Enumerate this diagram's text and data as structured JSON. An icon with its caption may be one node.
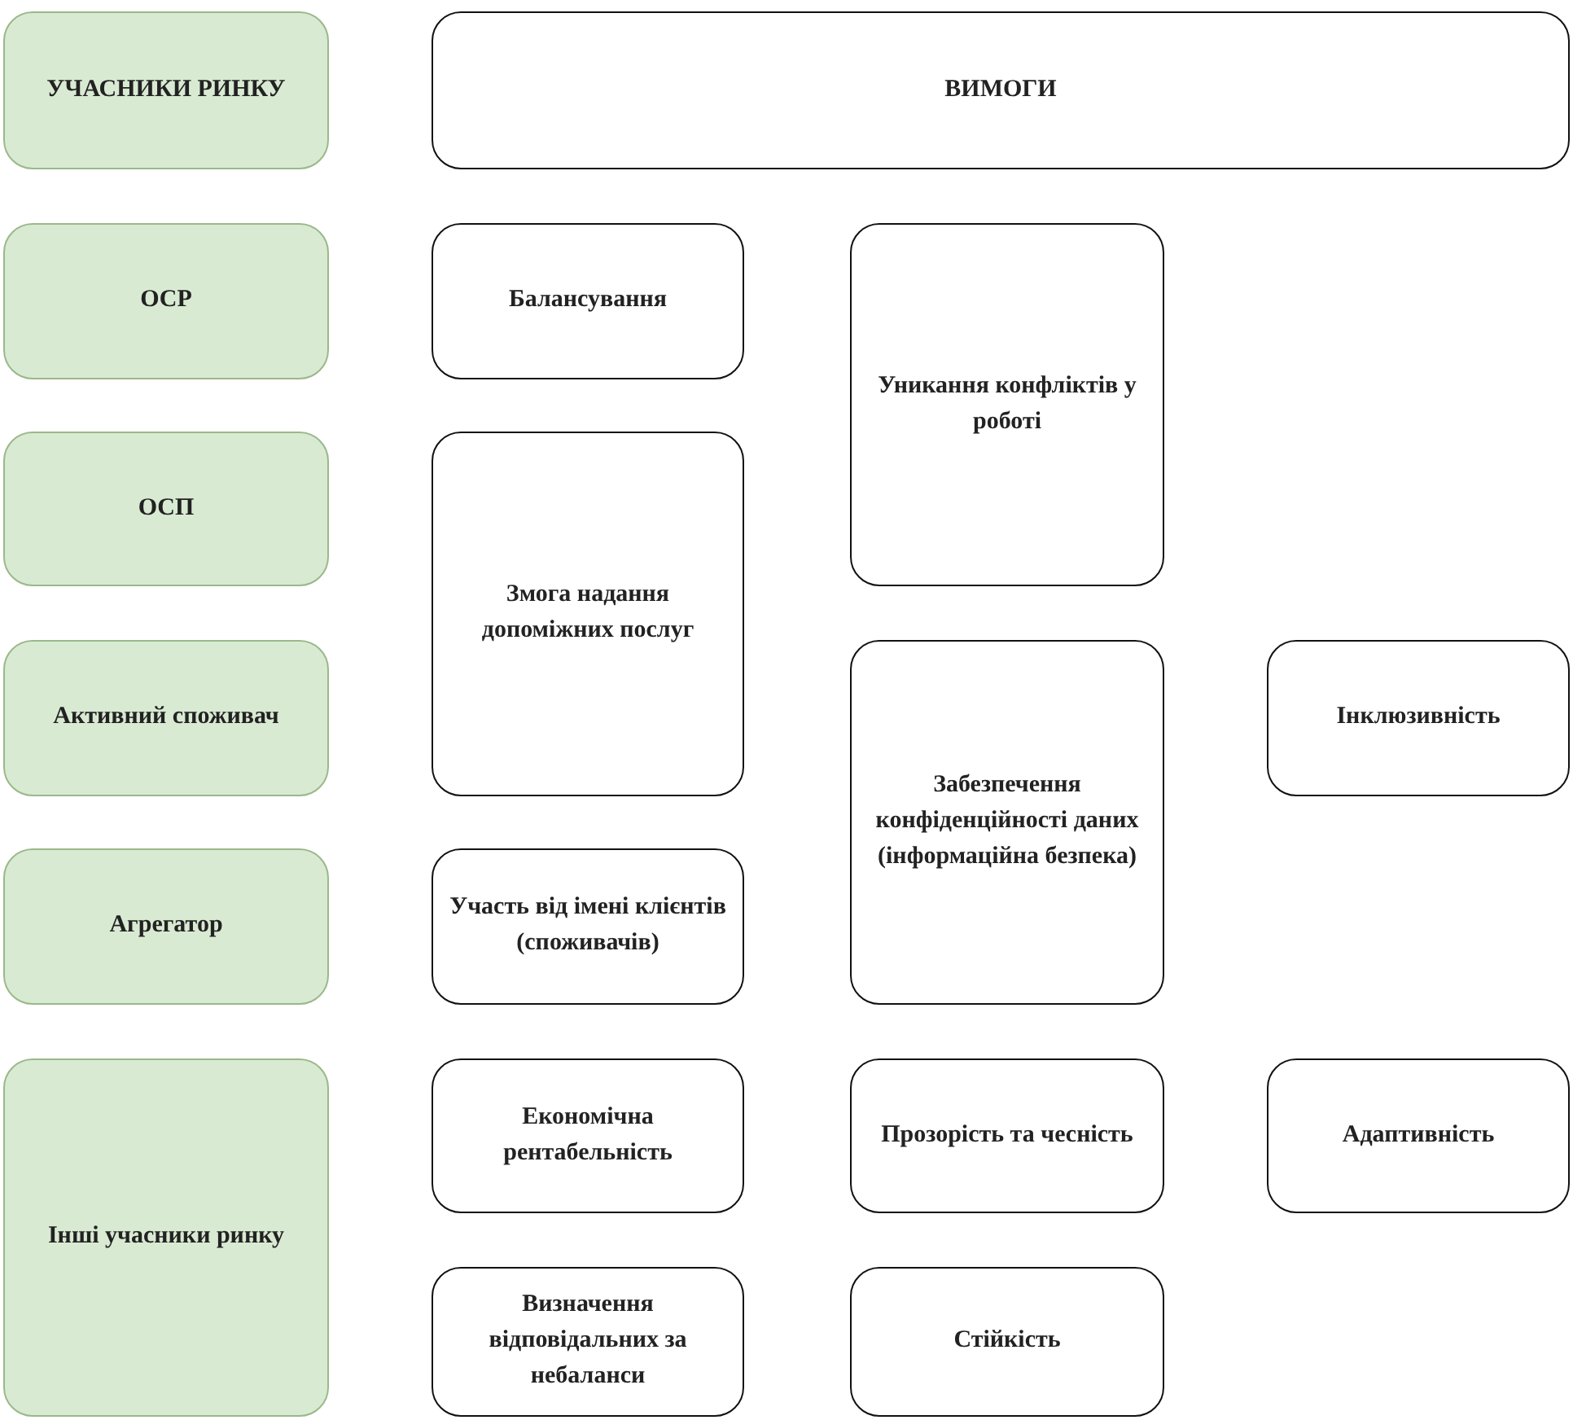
{
  "diagram": {
    "nodes": [
      {
        "text": [
          "УЧАСНИКИ РИНКУ"
        ]
      },
      {
        "text": [
          "ВИМОГИ"
        ]
      },
      {
        "text": [
          "ОСР"
        ]
      },
      {
        "text": [
          "Балансування"
        ]
      },
      {
        "text": [
          "Уникання конфліктів у роботі"
        ]
      },
      {
        "text": [
          "ОСП"
        ]
      },
      {
        "text": [
          "Змога надання допоміжних послуг"
        ]
      },
      {
        "text": [
          "Активний споживач"
        ]
      },
      {
        "text": [
          "Забезпечення конфіденційності даних (інформаційна безпека)"
        ]
      },
      {
        "text": [
          "Інклюзивність"
        ]
      },
      {
        "text": [
          "Агрегатор"
        ]
      },
      {
        "text": [
          "Участь від імені клієнтів (споживачів)"
        ]
      },
      {
        "text": [
          "Інші учасники ринку"
        ]
      },
      {
        "text": [
          "Економічна рентабельність"
        ]
      },
      {
        "text": [
          "Прозорість та чесність"
        ]
      },
      {
        "text": [
          "Адаптивність"
        ]
      },
      {
        "text": [
          "Визначення відповідальних за небаланси"
        ]
      },
      {
        "text": [
          "Стійкість"
        ]
      }
    ]
  }
}
